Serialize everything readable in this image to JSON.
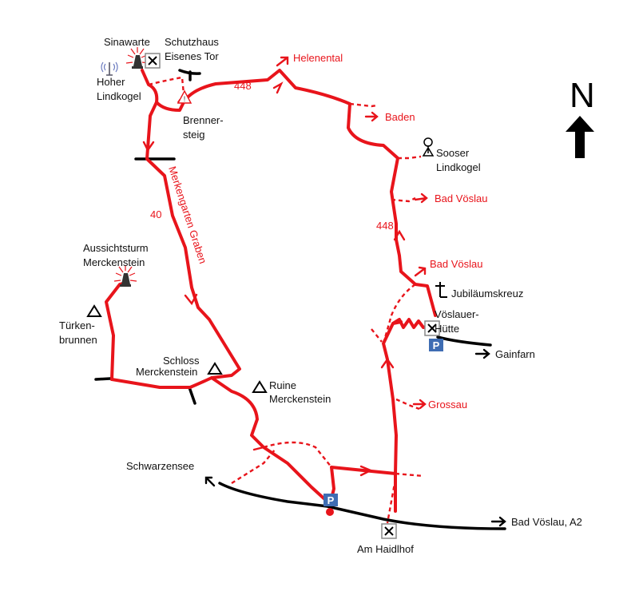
{
  "north": "N",
  "trail_numbers": {
    "n448_top": "448",
    "n40": "40",
    "n448_right": "448"
  },
  "labels": {
    "sinawarte": "Sinawarte",
    "schutzhaus_1": "Schutzhaus",
    "schutzhaus_2": "Eisenes Tor",
    "hoher_1": "Hoher",
    "hoher_2": "Lindkogel",
    "brenner_1": "Brenner-",
    "brenner_2": "steig",
    "sooser_1": "Sooser",
    "sooser_2": "Lindkogel",
    "aussicht_1": "Aussichtsturm",
    "aussicht_2": "Merckenstein",
    "tuerken_1": "Türken-",
    "tuerken_2": "brunnen",
    "jubilaeum": "Jubiläumskreuz",
    "voeslauer_1": "Vöslauer-",
    "voeslauer_2": "Hütte",
    "gainfarn": "Gainfarn",
    "schloss_1": "Schloss",
    "schloss_2": "Merckenstein",
    "ruine_1": "Ruine",
    "ruine_2": "Merckenstein",
    "schwarzensee": "Schwarzensee",
    "bad_voeslau_a2": "Bad Vöslau, A2",
    "am_haidlhof": "Am Haidlhof",
    "parking": "P"
  },
  "red_labels": {
    "helenental": "Helenental",
    "baden": "Baden",
    "bad_voeslau_1": "Bad Vöslau",
    "bad_voeslau_2": "Bad Vöslau",
    "grossau": "Grossau",
    "merkengarten": "Merkengarten Graben"
  },
  "colors": {
    "route": "#e8141b",
    "road": "#000000",
    "parking": "#3f6db3"
  }
}
